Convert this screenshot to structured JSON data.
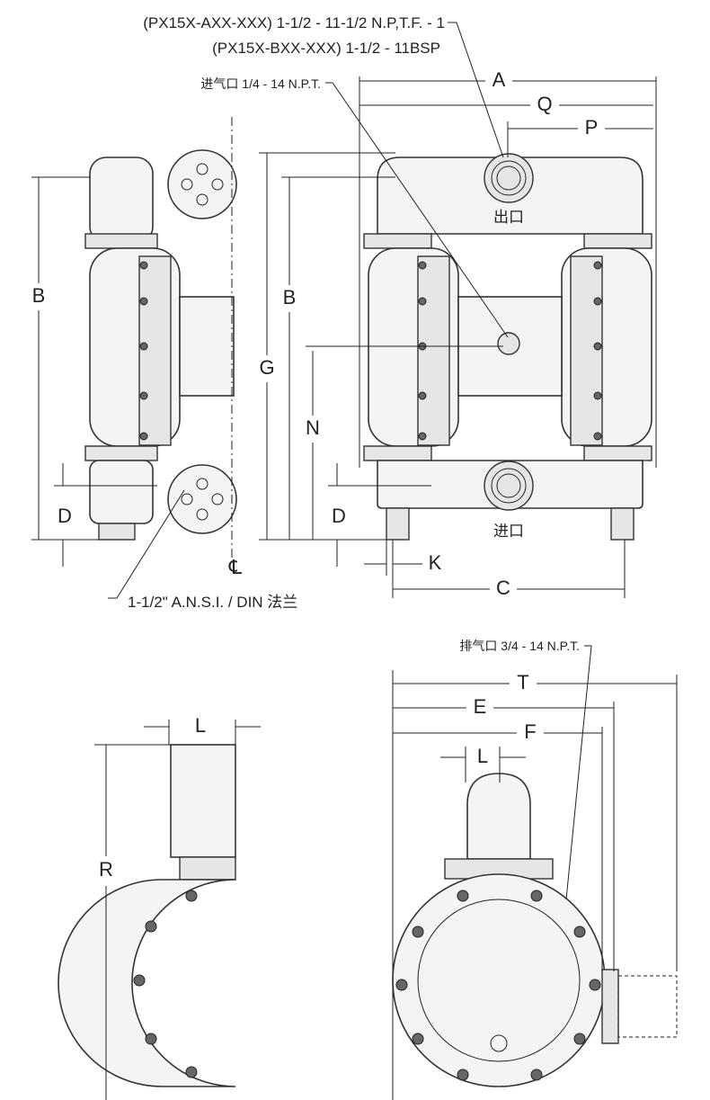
{
  "notes": {
    "outlet_thread_a": "(PX15X-AXX-XXX) 1-1/2 - 11-1/2 N.P,T.F. - 1",
    "outlet_thread_b": "(PX15X-BXX-XXX) 1-1/2 - 11BSP",
    "air_inlet": "进气口 1/4 - 14 N.P.T.",
    "flange": "1-1/2\" A.N.S.I. / DIN 法兰",
    "exhaust": "排气口 3/4 - 14 N.P.T.",
    "outlet_label": "出口",
    "inlet_label": "进口",
    "centerline": "℄"
  },
  "dimensions": {
    "A": "A",
    "Q": "Q",
    "P": "P",
    "B": "B",
    "G": "G",
    "N": "N",
    "D": "D",
    "K": "K",
    "C": "C",
    "L": "L",
    "R": "R",
    "T": "T",
    "E": "E",
    "F": "F"
  }
}
